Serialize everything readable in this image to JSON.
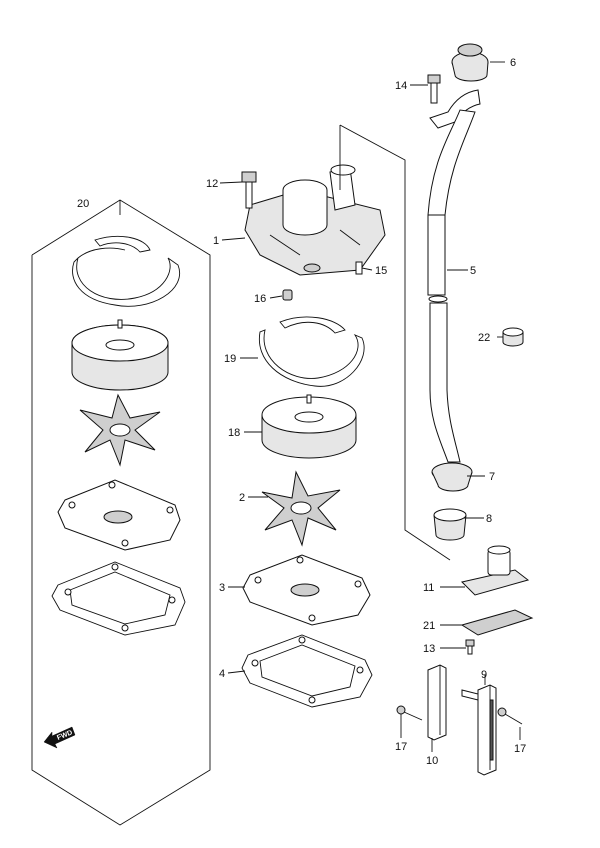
{
  "callouts": {
    "c1": "1",
    "c2": "2",
    "c3": "3",
    "c4": "4",
    "c5": "5",
    "c6": "6",
    "c7": "7",
    "c8": "8",
    "c9": "9",
    "c10": "10",
    "c11": "11",
    "c12": "12",
    "c13": "13",
    "c14": "14",
    "c15": "15",
    "c16": "16",
    "c17a": "17",
    "c17b": "17",
    "c18": "18",
    "c19": "19",
    "c20": "20",
    "c21": "21",
    "c22": "22"
  },
  "direction_badge": "FWD",
  "icons": {
    "direction": "forward-arrow-icon"
  }
}
